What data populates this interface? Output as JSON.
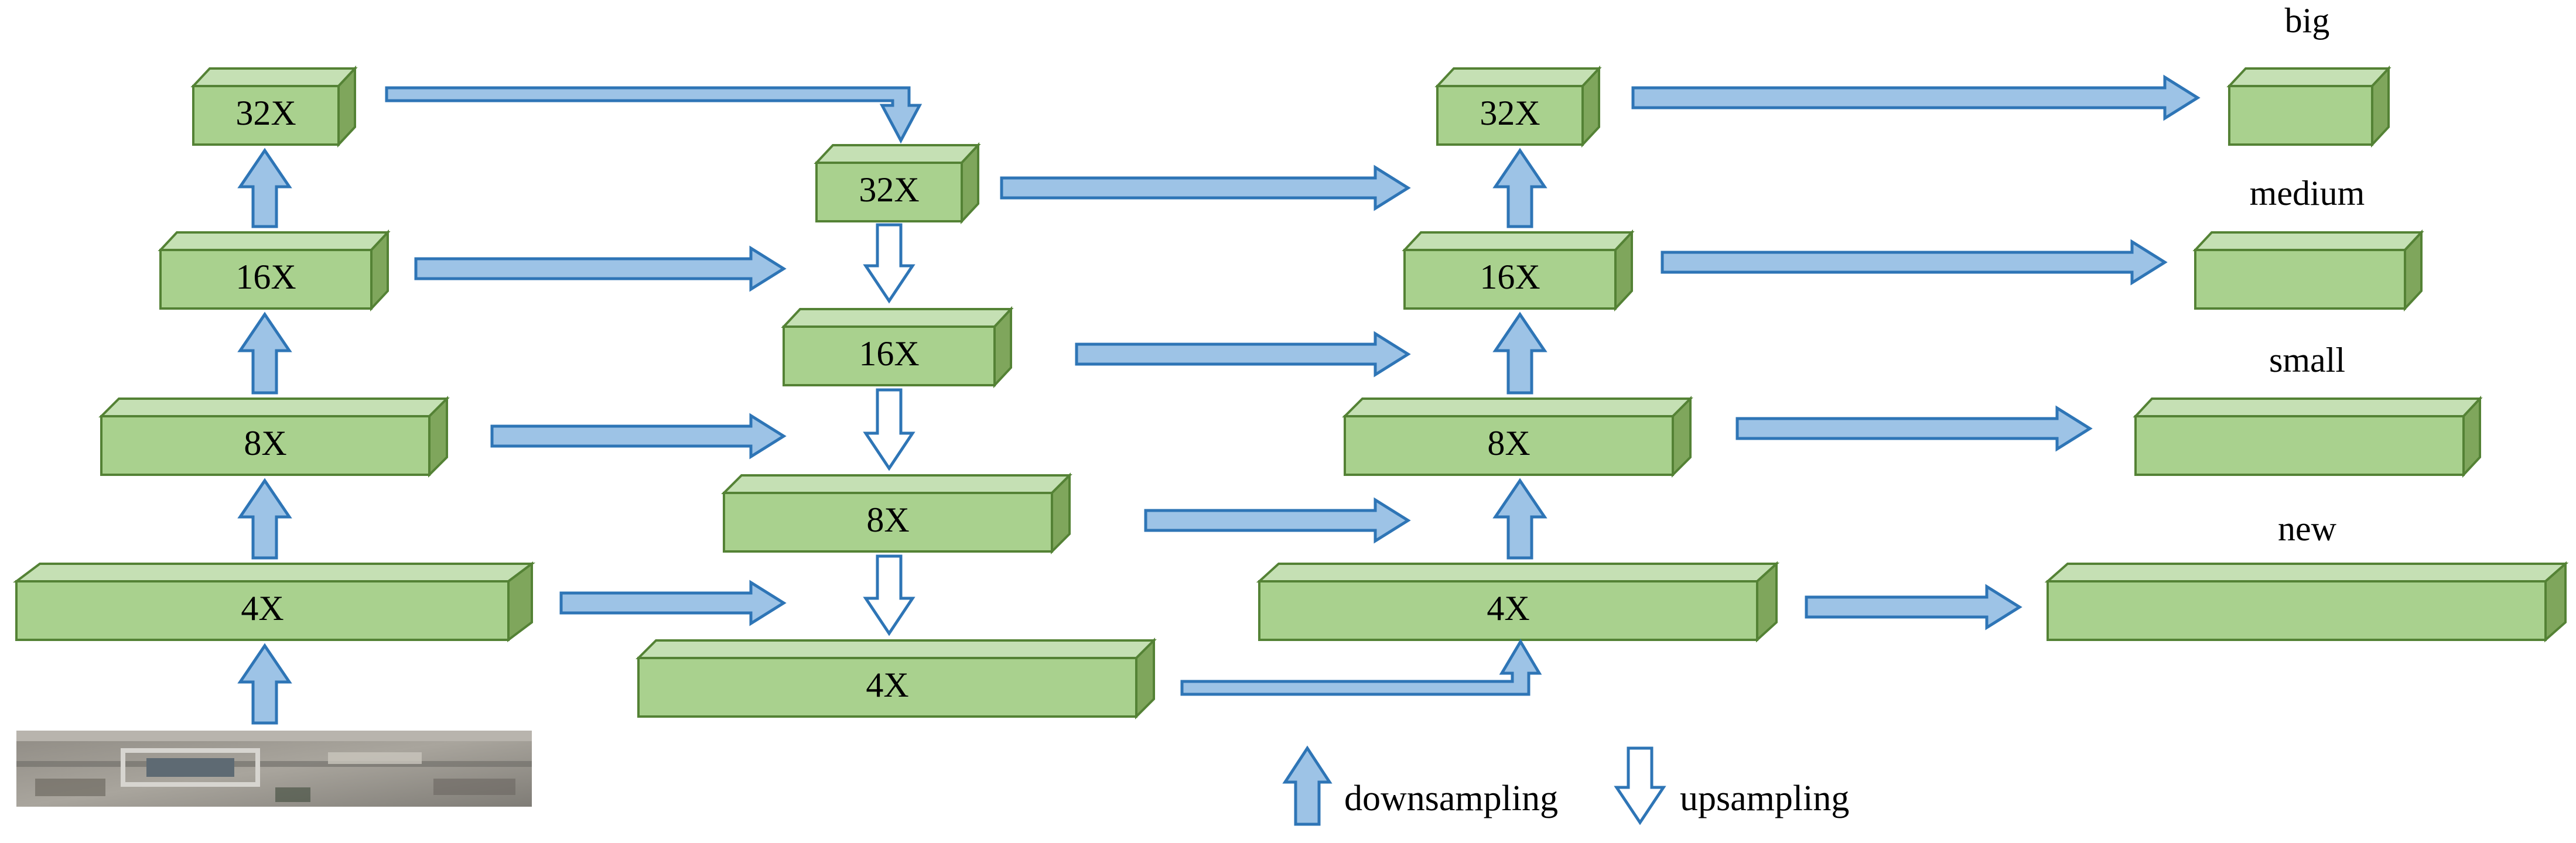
{
  "colors": {
    "box_front": "#a9d18e",
    "box_top": "#c5e0b4",
    "box_side": "#7fa65c",
    "box_edge": "#548235",
    "arrow_fill": "#9dc3e6",
    "arrow_edge": "#2e75b6"
  },
  "backbone": {
    "box_labels": [
      "4X",
      "8X",
      "16X",
      "32X"
    ],
    "input": "satellite-image-thumbnail"
  },
  "top_down": {
    "box_labels": [
      "32X",
      "16X",
      "8X",
      "4X"
    ]
  },
  "bottom_up": {
    "box_labels": [
      "4X",
      "8X",
      "16X",
      "32X"
    ]
  },
  "outputs": [
    "big",
    "medium",
    "small",
    "new"
  ],
  "legend": {
    "down": "downsampling",
    "up": "upsampling"
  },
  "icons": [
    "arrow-up-filled-icon",
    "arrow-down-outline-icon",
    "arrow-right-filled-icon"
  ]
}
